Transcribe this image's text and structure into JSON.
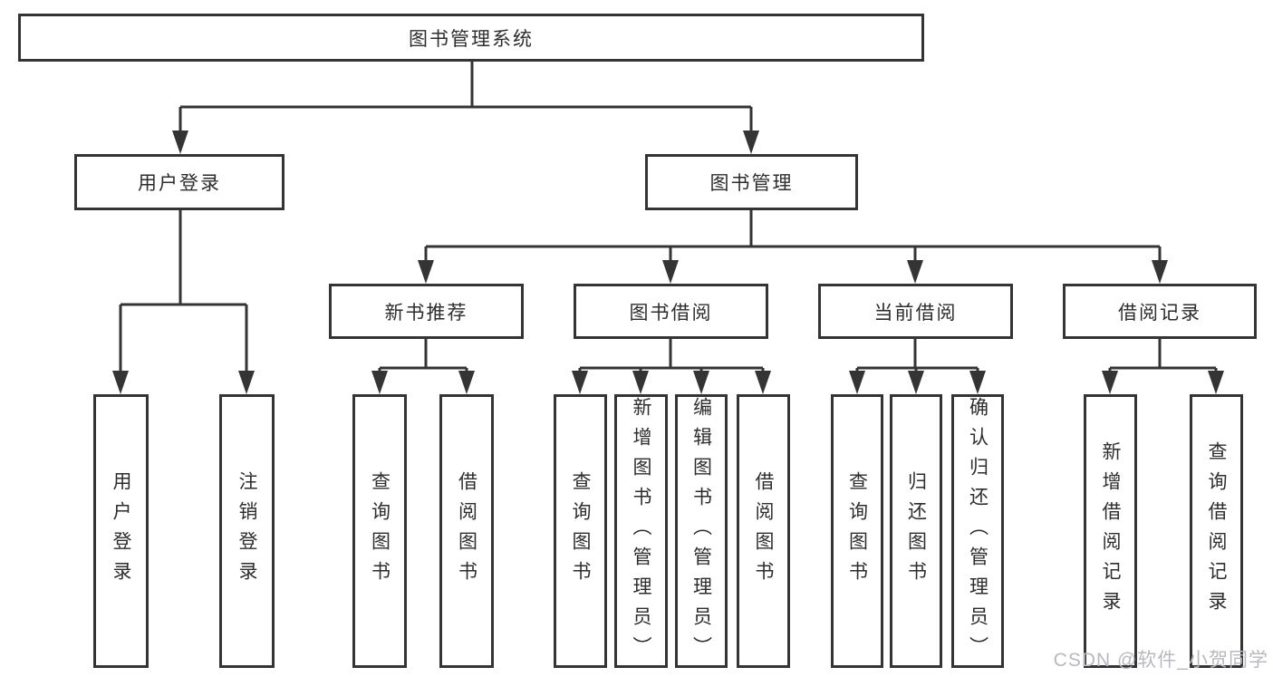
{
  "diagram_type": "hierarchy-tree",
  "colors": {
    "line": "#343434",
    "box_border": "#343434",
    "box_fill": "#ffffff",
    "text": "#2d2d2d",
    "watermark": "#b8b8c0",
    "background": "#ffffff"
  },
  "nodes": {
    "root": "图书管理系统",
    "user_login": "用户登录",
    "book_mgmt": "图书管理",
    "new_book": "新书推荐",
    "book_borrow": "图书借阅",
    "current_borrow": "当前借阅",
    "borrow_record": "借阅记录"
  },
  "leaves": {
    "user_login": [
      "用户登录",
      "注销登录"
    ],
    "new_book": [
      "查询图书",
      "借阅图书"
    ],
    "book_borrow": [
      "查询图书",
      "新增图书（管理员）",
      "编辑图书（管理员）",
      "借阅图书"
    ],
    "current_borrow": [
      "查询图书",
      "归还图书",
      "确认归还（管理员）"
    ],
    "borrow_record": [
      "新增借阅记录",
      "查询借阅记录"
    ]
  },
  "watermark": "CSDN @软件_小贺同学"
}
